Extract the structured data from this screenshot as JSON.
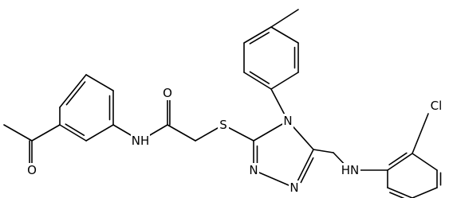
{
  "molecule": {
    "atom_labels": {
      "ketone_oxygen": "O",
      "amide_oxygen": "O",
      "amide_nitrogen": "NH",
      "thioether_sulfur": "S",
      "ring_nitrogen_4": "N",
      "ring_nitrogen_2": "N",
      "ring_nitrogen_1": "N",
      "amine_nitrogen": "HN",
      "chlorine": "Cl"
    }
  }
}
